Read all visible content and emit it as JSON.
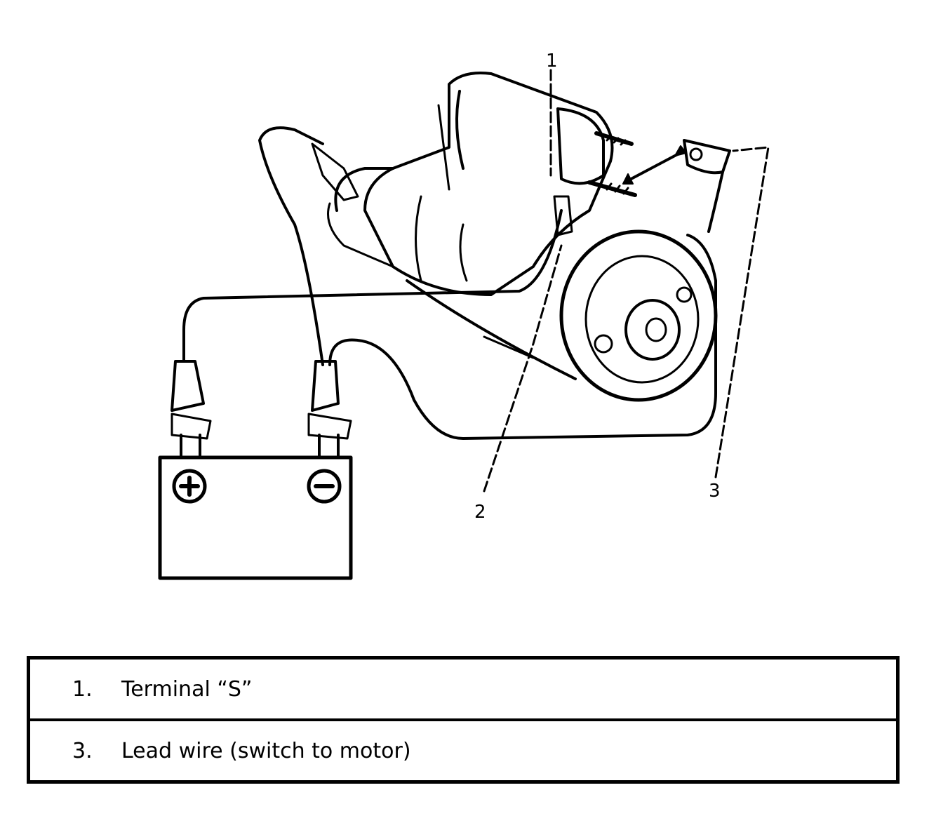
{
  "callouts": [
    "1",
    "2",
    "3"
  ],
  "legend": [
    {
      "num": "1.",
      "text": "Terminal “S”"
    },
    {
      "num": "3.",
      "text": "Lead wire (switch to motor)"
    }
  ],
  "colors": {
    "ink": "#000000",
    "background": "#ffffff"
  },
  "icons": {
    "battery_positive": "plus-icon",
    "battery_negative": "minus-icon"
  }
}
